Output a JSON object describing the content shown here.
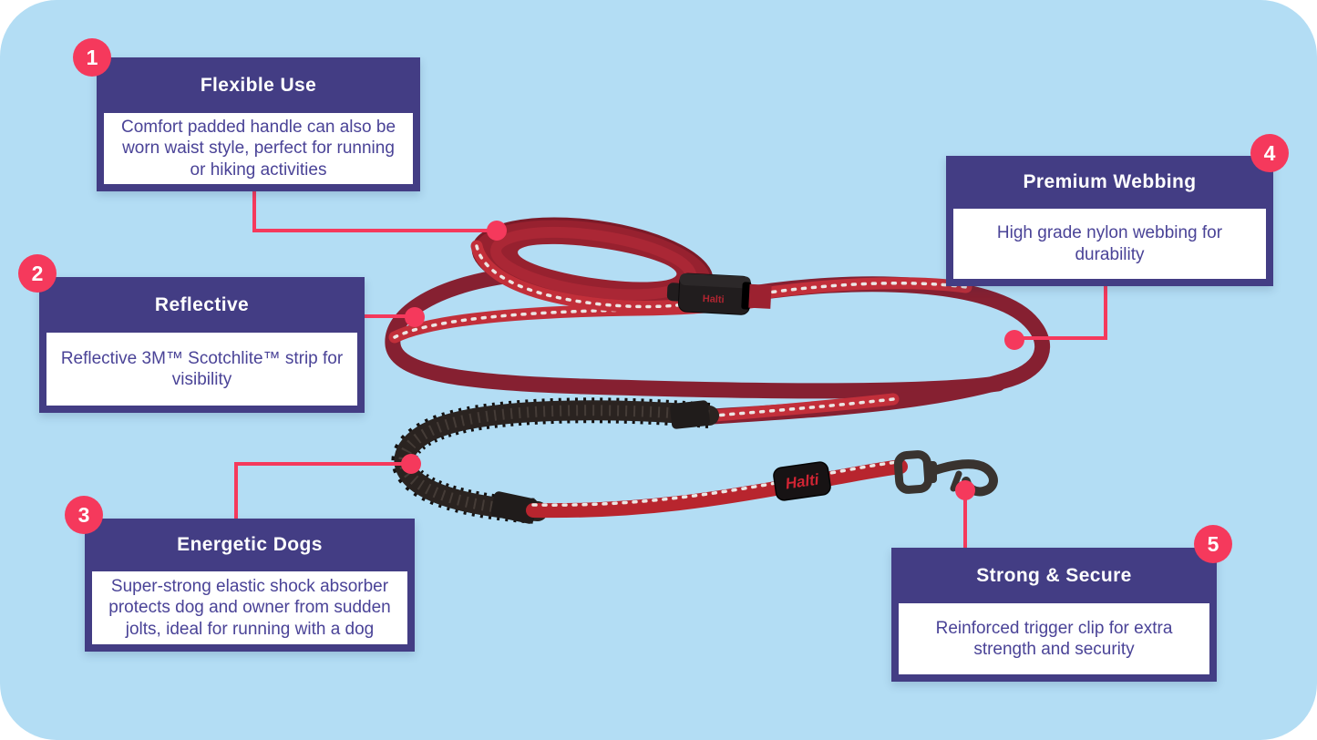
{
  "canvas": {
    "background": "#b3ddf4",
    "outer_background": "#ffffff",
    "accent_pink": "#f5395c",
    "box_purple": "#433d84",
    "body_text_purple": "#4a4397",
    "leash_red": "#c22f3a",
    "leash_maroon": "#862031",
    "bungee_black": "#2a2320"
  },
  "product": {
    "tag_label": "Halti",
    "buckle_label": "Halti"
  },
  "callouts": [
    {
      "number": "1",
      "title": "Flexible Use",
      "description": "Comfort padded handle can also be worn waist style, perfect for running or hiking activities"
    },
    {
      "number": "2",
      "title": "Reflective",
      "description": "Reflective 3M™ Scotchlite™ strip for visibility"
    },
    {
      "number": "3",
      "title": "Energetic Dogs",
      "description": "Super-strong elastic shock absorber protects dog and owner from sudden jolts, ideal for running with a dog"
    },
    {
      "number": "4",
      "title": "Premium Webbing",
      "description": "High grade nylon webbing for durability"
    },
    {
      "number": "5",
      "title": "Strong & Secure",
      "description": "Reinforced trigger clip for extra strength and security"
    }
  ]
}
